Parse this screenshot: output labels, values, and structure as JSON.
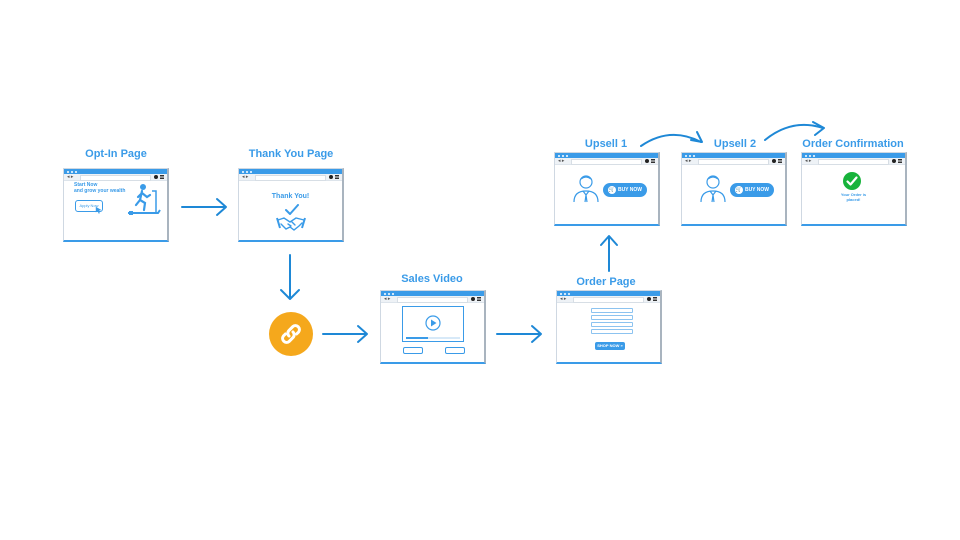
{
  "nodes": {
    "optin": {
      "title": "Opt-In Page",
      "headline_line1": "Start Now",
      "headline_line2": "and grow your wealth",
      "button": "Apply Now"
    },
    "thankyou": {
      "title": "Thank You Page",
      "message": "Thank You!"
    },
    "sales_video": {
      "title": "Sales Video",
      "button_left": "",
      "button_right": ""
    },
    "order_page": {
      "title": "Order Page",
      "fields": [
        "",
        "",
        "",
        ""
      ],
      "button": "SHOP NOW"
    },
    "upsell1": {
      "title": "Upsell 1",
      "button": "BUY NOW"
    },
    "upsell2": {
      "title": "Upsell 2",
      "button": "BUY NOW"
    },
    "confirmation": {
      "title": "Order Confirmation",
      "message_line1": "Your Order is",
      "message_line2": "placed!"
    }
  },
  "colors": {
    "accent": "#3a9be8",
    "arrow": "#1e88d6",
    "link_circle": "#f5a81c",
    "success": "#17b33b"
  },
  "icons": [
    "treadmill-icon",
    "handshake-check-icon",
    "link-icon",
    "play-icon",
    "user-avatar-icon",
    "cart-icon",
    "check-circle-icon",
    "double-chevron-icon"
  ]
}
